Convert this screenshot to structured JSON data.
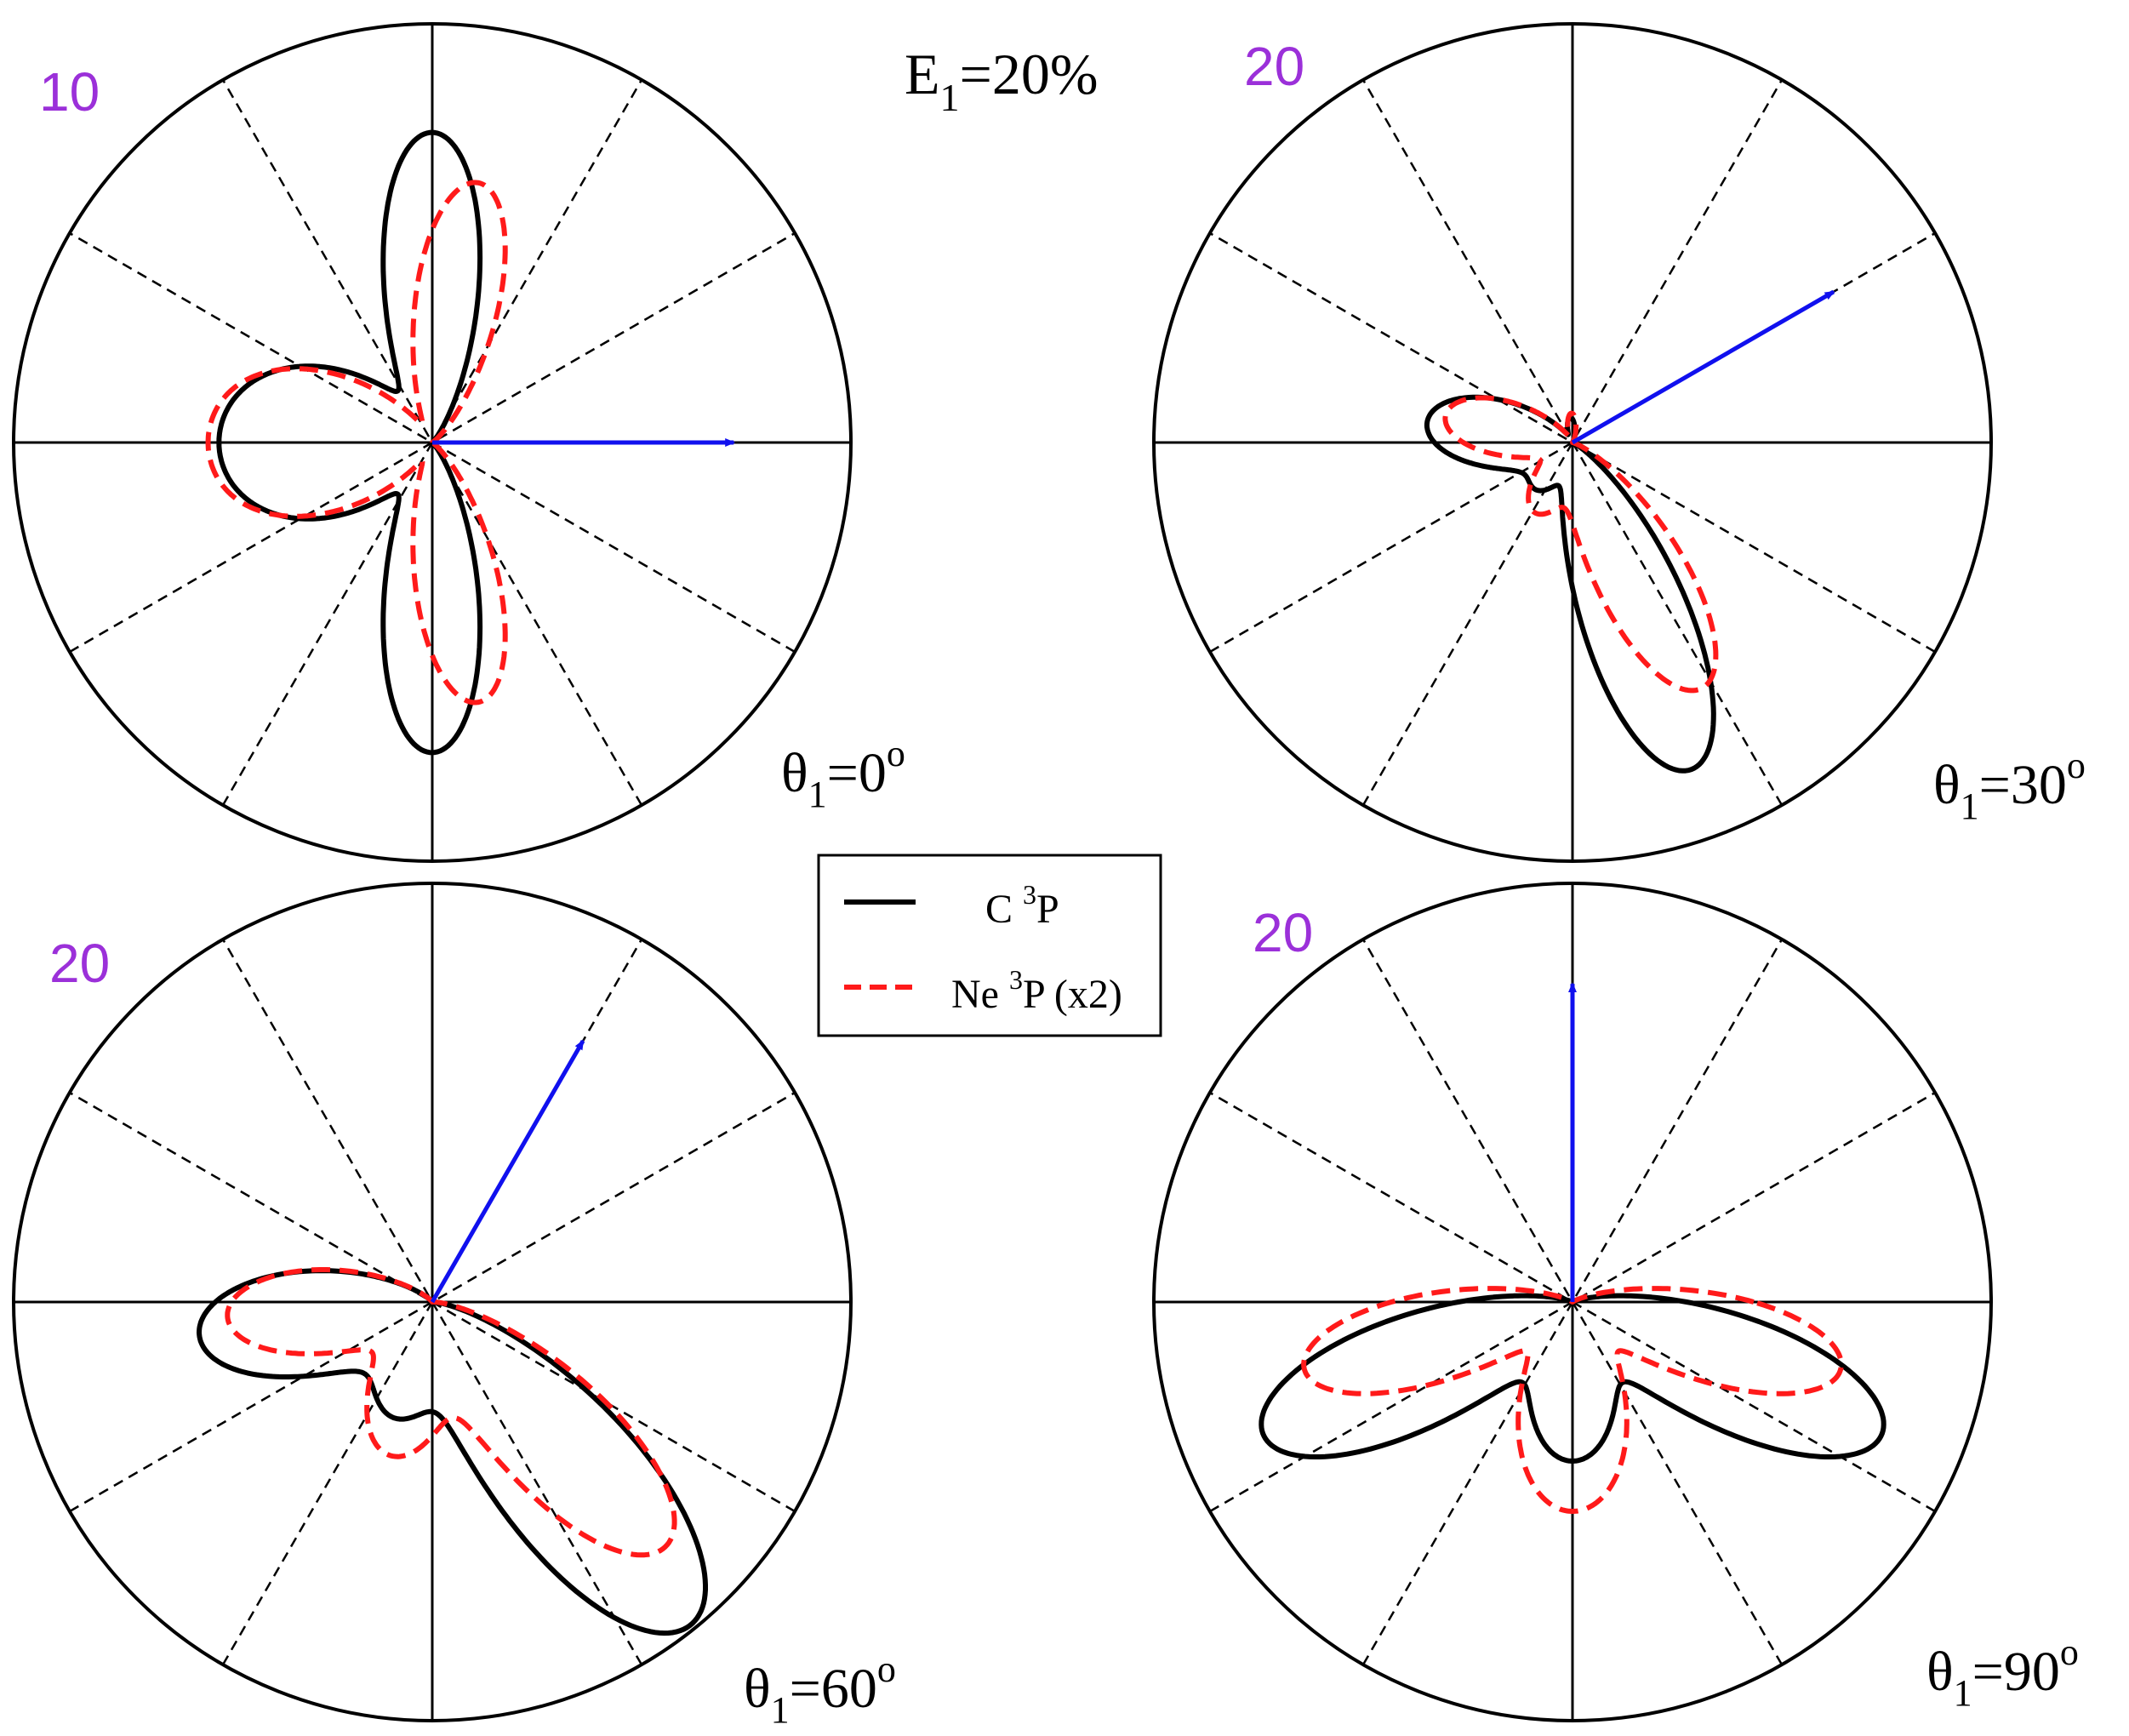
{
  "header": {
    "energy_label_main": "E",
    "energy_label_sub": "1",
    "energy_label_rest": "=20%"
  },
  "colors": {
    "c3p": "#000000",
    "ne3p": "#ff1a1a",
    "field": "#1010ee",
    "scale": "#9b30d9",
    "frame": "#000000",
    "grid": "#000000"
  },
  "legend": {
    "items": [
      {
        "pre": "C ",
        "sup": "3",
        "post": "P",
        "color": "#000000",
        "dash": false
      },
      {
        "pre": "Ne ",
        "sup": "3",
        "post": "P (x2)",
        "color": "#ff1a1a",
        "dash": true
      }
    ]
  },
  "chart_data": [
    {
      "type": "polar",
      "scale_label": "10",
      "theta_label": {
        "sym": "θ",
        "sub": "1",
        "eq": "=0",
        "sup": "o"
      },
      "field_angle_deg": 0,
      "field_length": 0.72,
      "series": [
        {
          "name": "C 3P",
          "lobes": [
            [
              90,
              0.74,
              15
            ],
            [
              -90,
              0.74,
              15
            ],
            [
              160,
              0.37,
              6
            ],
            [
              -160,
              0.37,
              6
            ]
          ]
        },
        {
          "name": "Ne 3P (x2)",
          "lobes": [
            [
              80,
              0.63,
              14
            ],
            [
              -80,
              0.63,
              14
            ],
            [
              162,
              0.4,
              8
            ],
            [
              -162,
              0.4,
              8
            ]
          ]
        }
      ]
    },
    {
      "type": "polar",
      "scale_label": "20",
      "theta_label": {
        "sym": "θ",
        "sub": "1",
        "eq": "=30",
        "sup": "o"
      },
      "field_angle_deg": 30,
      "field_length": 0.72,
      "series": [
        {
          "name": "C 3P",
          "lobes": [
            [
              -70,
              0.83,
              15
            ],
            [
              172,
              0.35,
              7
            ],
            [
              -128,
              0.14,
              8
            ],
            [
              95,
              0.06,
              18
            ]
          ]
        },
        {
          "name": "Ne 3P (x2)",
          "lobes": [
            [
              -62,
              0.66,
              14
            ],
            [
              168,
              0.31,
              8
            ],
            [
              -118,
              0.19,
              7
            ],
            [
              92,
              0.07,
              18
            ]
          ]
        }
      ]
    },
    {
      "type": "polar",
      "scale_label": "20",
      "theta_label": {
        "sym": "θ",
        "sub": "1",
        "eq": "=60",
        "sup": "o"
      },
      "field_angle_deg": 60,
      "field_length": 0.72,
      "series": [
        {
          "name": "C 3P",
          "lobes": [
            [
              -51,
              0.98,
              12
            ],
            [
              -172,
              0.56,
              8
            ],
            [
              -108,
              0.29,
              6
            ]
          ]
        },
        {
          "name": "Ne 3P (x2)",
          "lobes": [
            [
              -46,
              0.8,
              13
            ],
            [
              -176,
              0.49,
              9
            ],
            [
              -105,
              0.38,
              6
            ]
          ]
        }
      ]
    },
    {
      "type": "polar",
      "scale_label": "20",
      "theta_label": {
        "sym": "θ",
        "sub": "1",
        "eq": "=90",
        "sup": "o"
      },
      "field_angle_deg": 90,
      "field_length": 0.76,
      "series": [
        {
          "name": "C 3P",
          "lobes": [
            [
              -23,
              0.8,
              13
            ],
            [
              -157,
              0.8,
              13
            ],
            [
              -90,
              0.38,
              5
            ]
          ]
        },
        {
          "name": "Ne 3P (x2)",
          "lobes": [
            [
              -14,
              0.66,
              14
            ],
            [
              -166,
              0.66,
              14
            ],
            [
              -90,
              0.5,
              5
            ]
          ]
        }
      ]
    }
  ]
}
